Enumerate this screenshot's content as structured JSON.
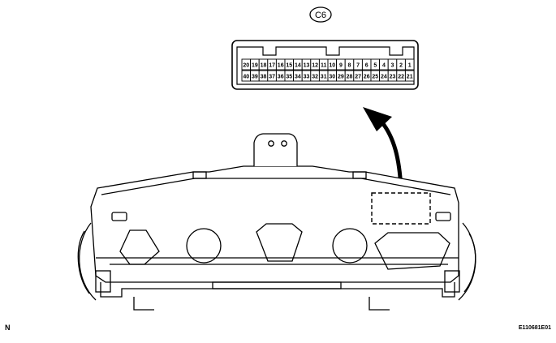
{
  "connector": {
    "label": "C6",
    "top_row_pins": [
      "20",
      "19",
      "18",
      "17",
      "16",
      "15",
      "14",
      "13",
      "12",
      "11",
      "10",
      "9",
      "8",
      "7",
      "6",
      "5",
      "4",
      "3",
      "2",
      "1"
    ],
    "bottom_row_pins": [
      "40",
      "39",
      "38",
      "37",
      "36",
      "35",
      "34",
      "33",
      "32",
      "31",
      "30",
      "29",
      "28",
      "27",
      "26",
      "25",
      "24",
      "23",
      "22",
      "21"
    ]
  },
  "footer": {
    "view_letter": "N",
    "drawing_code": "E110681E01"
  }
}
